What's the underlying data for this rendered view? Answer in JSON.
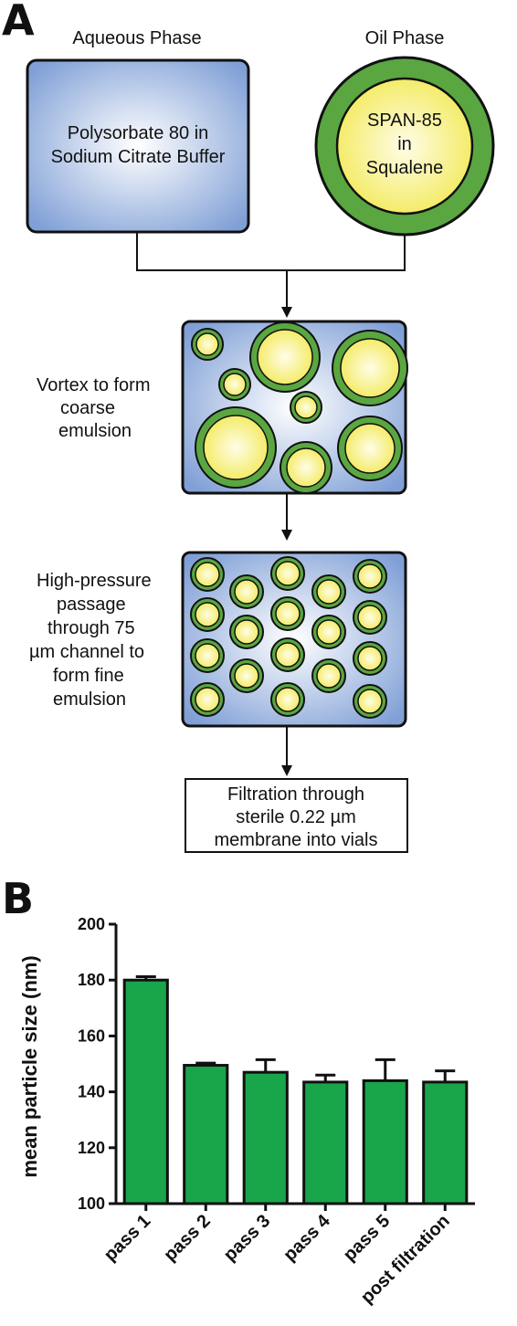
{
  "panel_a": {
    "letter": "A",
    "aqueous_title": "Aqueous Phase",
    "oil_title": "Oil Phase",
    "aqueous_box_lines": [
      "Polysorbate 80 in",
      "Sodium Citrate Buffer"
    ],
    "oil_circle_lines": [
      "SPAN-85",
      "in",
      "Squalene"
    ],
    "step1_lines": [
      "Vortex to form",
      "coarse",
      "emulsion"
    ],
    "step2_lines": [
      "High-pressure",
      "passage",
      "through 75",
      "µm channel to",
      "form fine",
      "emulsion"
    ],
    "final_box_lines": [
      "Filtration through",
      "sterile 0.22 µm",
      "membrane into vials"
    ],
    "colors": {
      "aqueous": "#7f9fd6",
      "oil_ring": "#5aa641",
      "oil_core": "#f6f07a",
      "outline": "#111111"
    }
  },
  "panel_b": {
    "letter": "B",
    "chart_data": {
      "type": "bar",
      "categories": [
        "pass 1",
        "pass 2",
        "pass 3",
        "pass 4",
        "pass 5",
        "post filtration"
      ],
      "values": [
        180,
        149.5,
        147,
        143.5,
        144,
        143.5
      ],
      "error_upper": [
        1.2,
        0.8,
        4.5,
        2.5,
        7.5,
        4
      ],
      "ylabel": "mean particle size (nm)",
      "ylim": [
        100,
        200
      ],
      "yticks": [
        100,
        120,
        140,
        160,
        180,
        200
      ],
      "bar_color": "#19a54a"
    }
  }
}
